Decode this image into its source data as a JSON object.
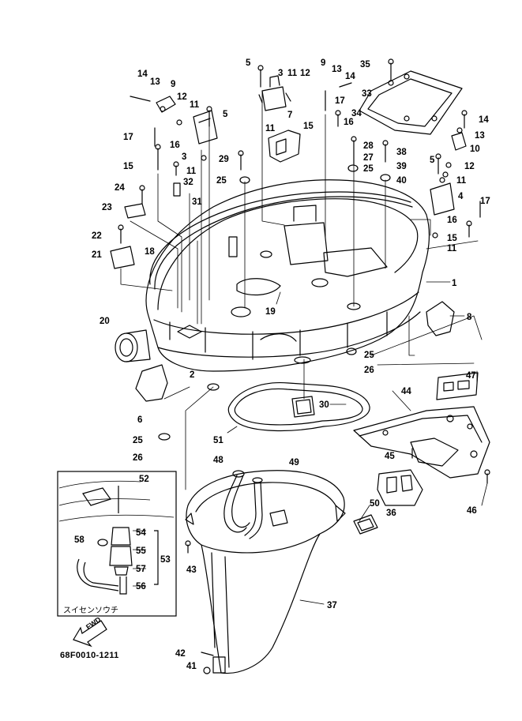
{
  "drawing_code": "68F0010-1211",
  "inset_caption": "スイセンソウチ",
  "fwd_label": "FWD",
  "callouts": [
    {
      "id": "c1",
      "n": "1"
    },
    {
      "id": "c2",
      "n": "2"
    },
    {
      "id": "c3a",
      "n": "3"
    },
    {
      "id": "c3b",
      "n": "3"
    },
    {
      "id": "c4",
      "n": "4"
    },
    {
      "id": "c5a",
      "n": "5"
    },
    {
      "id": "c5b",
      "n": "5"
    },
    {
      "id": "c5c",
      "n": "5"
    },
    {
      "id": "c6",
      "n": "6"
    },
    {
      "id": "c7",
      "n": "7"
    },
    {
      "id": "c8",
      "n": "8"
    },
    {
      "id": "c9a",
      "n": "9"
    },
    {
      "id": "c9b",
      "n": "9"
    },
    {
      "id": "c10",
      "n": "10"
    },
    {
      "id": "c11a",
      "n": "11"
    },
    {
      "id": "c11b",
      "n": "11"
    },
    {
      "id": "c11c",
      "n": "11"
    },
    {
      "id": "c11d",
      "n": "11"
    },
    {
      "id": "c11e",
      "n": "11"
    },
    {
      "id": "c11f",
      "n": "11"
    },
    {
      "id": "c12a",
      "n": "12"
    },
    {
      "id": "c12b",
      "n": "12"
    },
    {
      "id": "c12c",
      "n": "12"
    },
    {
      "id": "c13a",
      "n": "13"
    },
    {
      "id": "c13b",
      "n": "13"
    },
    {
      "id": "c13c",
      "n": "13"
    },
    {
      "id": "c14a",
      "n": "14"
    },
    {
      "id": "c14b",
      "n": "14"
    },
    {
      "id": "c14c",
      "n": "14"
    },
    {
      "id": "c15a",
      "n": "15"
    },
    {
      "id": "c15b",
      "n": "15"
    },
    {
      "id": "c15c",
      "n": "15"
    },
    {
      "id": "c16a",
      "n": "16"
    },
    {
      "id": "c16b",
      "n": "16"
    },
    {
      "id": "c16c",
      "n": "16"
    },
    {
      "id": "c17a",
      "n": "17"
    },
    {
      "id": "c17b",
      "n": "17"
    },
    {
      "id": "c17c",
      "n": "17"
    },
    {
      "id": "c18",
      "n": "18"
    },
    {
      "id": "c19",
      "n": "19"
    },
    {
      "id": "c20",
      "n": "20"
    },
    {
      "id": "c21",
      "n": "21"
    },
    {
      "id": "c22",
      "n": "22"
    },
    {
      "id": "c23",
      "n": "23"
    },
    {
      "id": "c24",
      "n": "24"
    },
    {
      "id": "c25a",
      "n": "25"
    },
    {
      "id": "c25b",
      "n": "25"
    },
    {
      "id": "c25c",
      "n": "25"
    },
    {
      "id": "c25d",
      "n": "25"
    },
    {
      "id": "c26a",
      "n": "26"
    },
    {
      "id": "c26b",
      "n": "26"
    },
    {
      "id": "c27",
      "n": "27"
    },
    {
      "id": "c28",
      "n": "28"
    },
    {
      "id": "c29",
      "n": "29"
    },
    {
      "id": "c30",
      "n": "30"
    },
    {
      "id": "c31",
      "n": "31"
    },
    {
      "id": "c32",
      "n": "32"
    },
    {
      "id": "c33",
      "n": "33"
    },
    {
      "id": "c34",
      "n": "34"
    },
    {
      "id": "c35",
      "n": "35"
    },
    {
      "id": "c36",
      "n": "36"
    },
    {
      "id": "c37",
      "n": "37"
    },
    {
      "id": "c38",
      "n": "38"
    },
    {
      "id": "c39",
      "n": "39"
    },
    {
      "id": "c40",
      "n": "40"
    },
    {
      "id": "c41",
      "n": "41"
    },
    {
      "id": "c42",
      "n": "42"
    },
    {
      "id": "c43",
      "n": "43"
    },
    {
      "id": "c44",
      "n": "44"
    },
    {
      "id": "c45",
      "n": "45"
    },
    {
      "id": "c46",
      "n": "46"
    },
    {
      "id": "c47",
      "n": "47"
    },
    {
      "id": "c48",
      "n": "48"
    },
    {
      "id": "c49",
      "n": "49"
    },
    {
      "id": "c50",
      "n": "50"
    },
    {
      "id": "c51",
      "n": "51"
    },
    {
      "id": "c52",
      "n": "52"
    },
    {
      "id": "c53",
      "n": "53"
    },
    {
      "id": "c54",
      "n": "54"
    },
    {
      "id": "c55",
      "n": "55"
    },
    {
      "id": "c56",
      "n": "56"
    },
    {
      "id": "c57",
      "n": "57"
    },
    {
      "id": "c58",
      "n": "58"
    }
  ]
}
